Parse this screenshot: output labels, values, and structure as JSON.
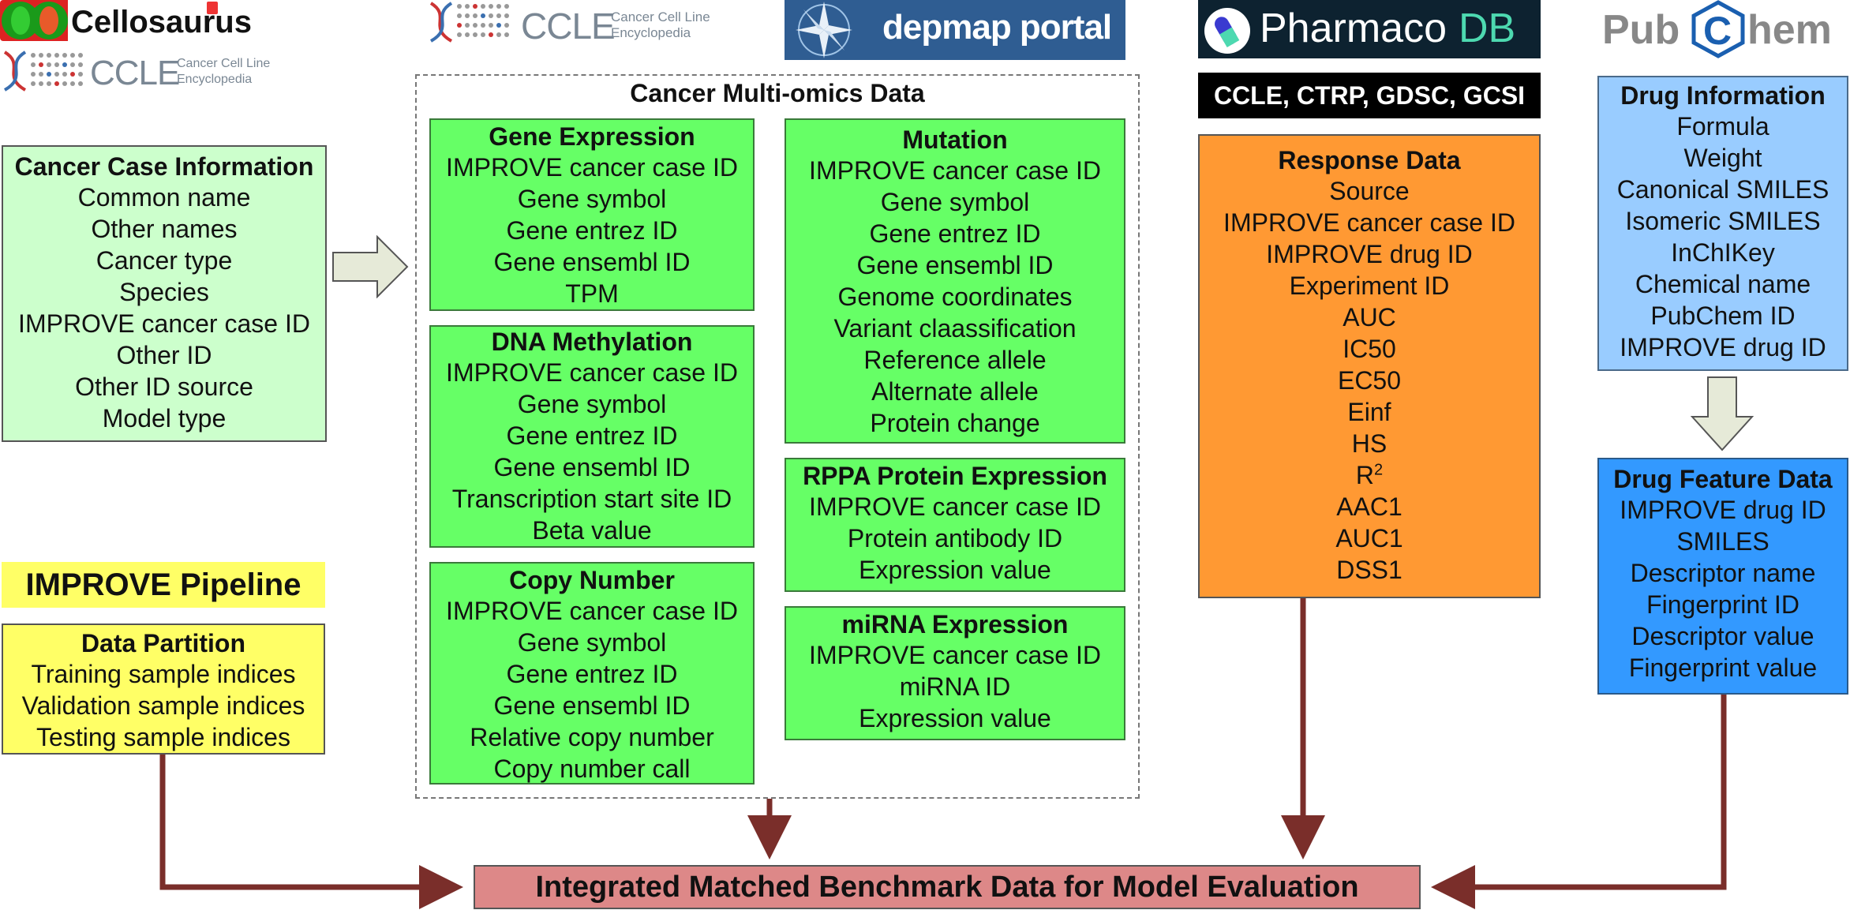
{
  "logos": {
    "cellosaurus": "Cellosaurus",
    "ccle_main": "CCLE",
    "ccle_sub1": "Cancer Cell Line",
    "ccle_sub2": "Encyclopedia",
    "depmap": "depmap portal",
    "pharmacodb_a": "Pharmaco",
    "pharmacodb_b": "DB",
    "pubchem_a": "Pub",
    "pubchem_c": "C",
    "pubchem_b": "hem"
  },
  "pharmacodb_sources": "CCLE, CTRP, GDSC, GCSI",
  "multiomics_title": "Cancer Multi-omics Data",
  "cancer_case": {
    "title": "Cancer Case Information",
    "items": [
      "Common name",
      "Other names",
      "Cancer type",
      "Species",
      "IMPROVE cancer case ID",
      "Other ID",
      "Other ID source",
      "Model type"
    ]
  },
  "pipeline_label": "IMPROVE Pipeline",
  "data_partition": {
    "title": "Data Partition",
    "items": [
      "Training sample indices",
      "Validation sample indices",
      "Testing sample indices"
    ]
  },
  "gene_expression": {
    "title": "Gene Expression",
    "items": [
      "IMPROVE cancer case ID",
      "Gene symbol",
      "Gene entrez ID",
      "Gene ensembl ID",
      "TPM"
    ]
  },
  "dna_methylation": {
    "title": "DNA Methylation",
    "items": [
      "IMPROVE cancer case ID",
      "Gene symbol",
      "Gene entrez ID",
      "Gene ensembl ID",
      "Transcription start site ID",
      "Beta value"
    ]
  },
  "copy_number": {
    "title": "Copy Number",
    "items": [
      "IMPROVE cancer case ID",
      "Gene symbol",
      "Gene entrez ID",
      "Gene ensembl ID",
      "Relative copy number",
      "Copy number call"
    ]
  },
  "mutation": {
    "title": "Mutation",
    "items": [
      "IMPROVE cancer case ID",
      "Gene symbol",
      "Gene entrez ID",
      "Gene ensembl ID",
      "Genome coordinates",
      "Variant claassification",
      "Reference allele",
      "Alternate allele",
      "Protein change"
    ]
  },
  "rppa": {
    "title": "RPPA Protein Expression",
    "items": [
      "IMPROVE cancer case ID",
      "Protein antibody ID",
      "Expression value"
    ]
  },
  "mirna": {
    "title": "miRNA Expression",
    "items": [
      "IMPROVE cancer case ID",
      "miRNA ID",
      "Expression value"
    ]
  },
  "response": {
    "title": "Response Data",
    "items": [
      "Source",
      "IMPROVE cancer case ID",
      "IMPROVE drug ID",
      "Experiment ID",
      "AUC",
      "IC50",
      "EC50",
      "Einf",
      "HS"
    ],
    "r2_base": "R",
    "r2_sup": "2",
    "items_after": [
      "AAC1",
      "AUC1",
      "DSS1"
    ]
  },
  "drug_info": {
    "title": "Drug Information",
    "items": [
      "Formula",
      "Weight",
      "Canonical SMILES",
      "Isomeric SMILES",
      "InChIKey",
      "Chemical name",
      "PubChem ID",
      "IMPROVE drug ID"
    ]
  },
  "drug_feature": {
    "title": "Drug Feature Data",
    "items": [
      "IMPROVE drug ID",
      "SMILES",
      "Descriptor name",
      "Fingerprint ID",
      "Descriptor value",
      "Fingerprint value"
    ]
  },
  "integrated": "Integrated Matched Benchmark Data for Model Evaluation",
  "colors": {
    "arrow": "#7a2e2a",
    "green": "#66ff66",
    "orange": "#ff9933",
    "lightblue": "#99ccff",
    "blue": "#3399ff",
    "yellow": "#ffff66",
    "pink": "#dd8888"
  }
}
